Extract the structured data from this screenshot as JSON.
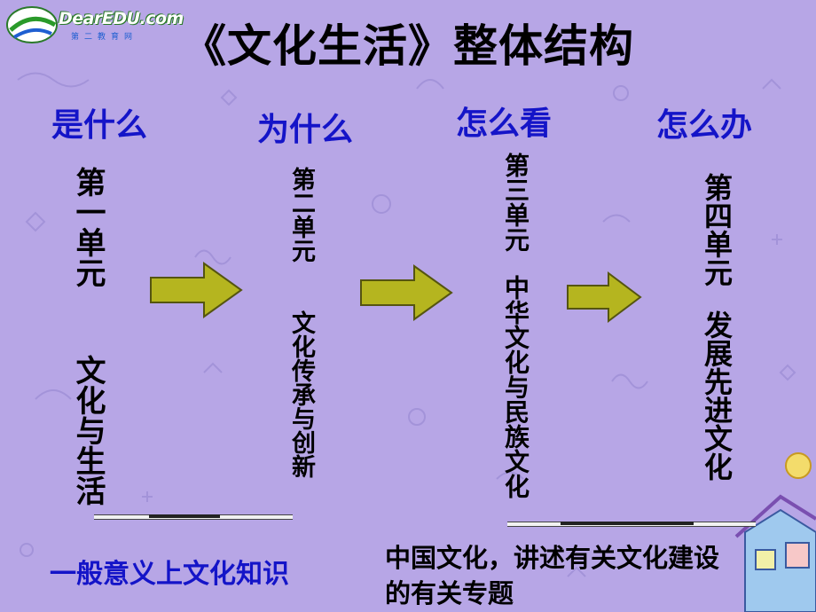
{
  "logo": {
    "name": "DearEDU.com",
    "sub": "第二教育网"
  },
  "title": "《文化生活》整体结构",
  "questions": [
    "是什么",
    "为什么",
    "怎么看",
    "怎么办"
  ],
  "units": [
    {
      "unit": "第一单元",
      "topic": "文化与生活"
    },
    {
      "unit": "第二单元",
      "topic": "文化传承与创新"
    },
    {
      "unit": "第三单元",
      "topic": "中华文化与民族文化"
    },
    {
      "unit": "第四单元",
      "topic": "发展先进文化"
    }
  ],
  "notes": {
    "left": "一般意义上文化知识",
    "right_line1": "中国文化，讲述有关文化建设",
    "right_line2": "的有关专题"
  },
  "colors": {
    "background": "#b7a6e6",
    "question": "#1414c8",
    "arrow": "#b5b51f"
  }
}
